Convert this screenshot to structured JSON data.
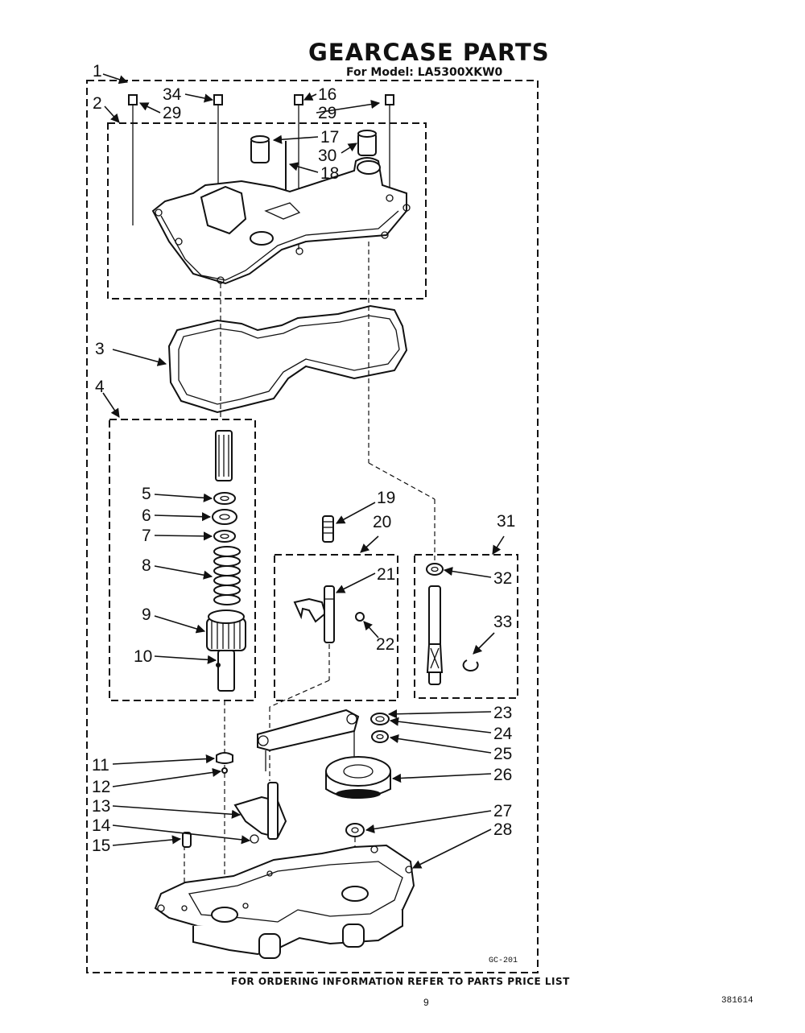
{
  "header": {
    "title": "GEARCASE PARTS",
    "subtitle": "For Model: LA5300XKW0"
  },
  "footer": {
    "ordering_note": "FOR ORDERING INFORMATION REFER TO PARTS PRICE LIST",
    "page_number": "9",
    "document_number": "381614",
    "diagram_code": "GC-201"
  },
  "callouts": {
    "c1": "1",
    "c2": "2",
    "c3": "3",
    "c4": "4",
    "c5": "5",
    "c6": "6",
    "c7": "7",
    "c8": "8",
    "c9": "9",
    "c10": "10",
    "c11": "11",
    "c12": "12",
    "c13": "13",
    "c14": "14",
    "c15": "15",
    "c16": "16",
    "c17": "17",
    "c18": "18",
    "c19": "19",
    "c20": "20",
    "c21": "21",
    "c22": "22",
    "c23": "23",
    "c24": "24",
    "c25": "25",
    "c26": "26",
    "c27": "27",
    "c28": "28",
    "c29a": "29",
    "c29b": "29",
    "c30": "30",
    "c31": "31",
    "c32": "32",
    "c33": "33",
    "c34": "34"
  }
}
